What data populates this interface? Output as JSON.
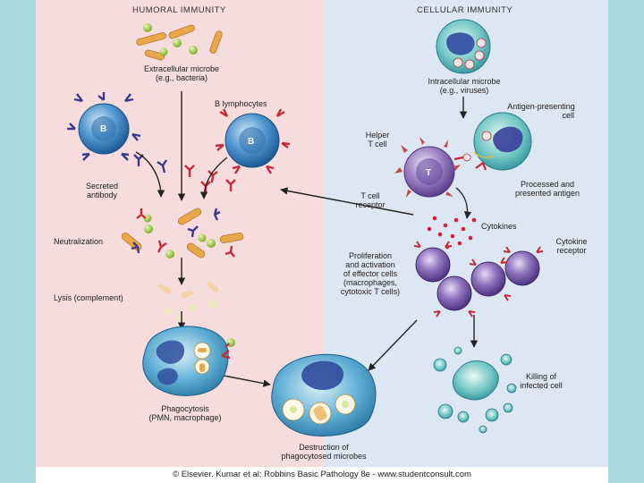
{
  "headers": {
    "humoral": "HUMORAL IMMUNITY",
    "cellular": "CELLULAR IMMUNITY"
  },
  "labels": {
    "extracellular_1": "Extracellular microbe",
    "extracellular_2": "(e.g., bacteria)",
    "b_lymphocytes": "B lymphocytes",
    "secreted_1": "Secreted",
    "secreted_2": "antibody",
    "neutralization": "Neutralization",
    "lysis": "Lysis (complement)",
    "phago_1": "Phagocytosis",
    "phago_2": "(PMN, macrophage)",
    "destruction_1": "Destruction of",
    "destruction_2": "phagocytosed microbes",
    "intracellular_1": "Intracellular microbe",
    "intracellular_2": "(e.g., viruses)",
    "apc_1": "Antigen-presenting",
    "apc_2": "cell",
    "helper_1": "Helper",
    "helper_2": "T cell",
    "processed_1": "Processed and",
    "processed_2": "presented antigen",
    "tcr_1": "T cell",
    "tcr_2": "receptor",
    "cytokines": "Cytokines",
    "prolif_1": "Proliferation",
    "prolif_2": "and activation",
    "prolif_3": "of effector cells",
    "prolif_4": "(macrophages,",
    "prolif_5": "cytotoxic T cells)",
    "cytokine_receptor_1": "Cytokine",
    "cytokine_receptor_2": "receptor",
    "killing_1": "Killing of",
    "killing_2": "infected cell",
    "cell_b": "B",
    "cell_t": "T"
  },
  "footer": "© Elsevier. Kumar et al: Robbins Basic Pathology 8e - www.studentconsult.com",
  "colors": {
    "humoral_bg": "#f6dcdc",
    "cellular_bg": "#dde6f3",
    "outer_bg": "#a9d8dd",
    "b_cell": "#3d86c6",
    "t_cell": "#8a6fb5",
    "effector": "#7c62b0",
    "antibody": "#3a3a8c",
    "bacteria": "#e8a84a",
    "cytokine": "#d0203a"
  }
}
